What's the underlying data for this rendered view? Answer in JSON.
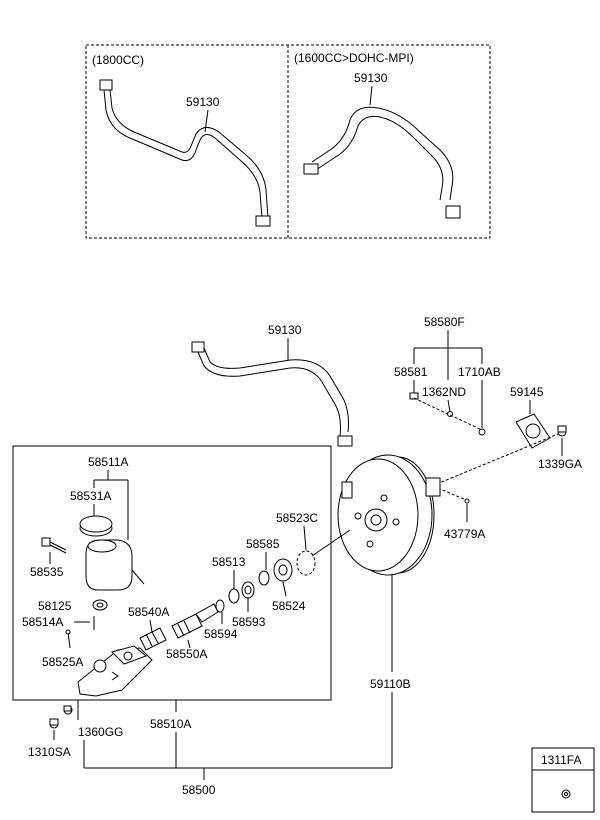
{
  "variants": {
    "left": {
      "label": "(1800CC)",
      "part": "59130"
    },
    "right": {
      "label": "(1600CC>DOHC-MPI)",
      "part": "59130"
    }
  },
  "labels": {
    "hose_main": "59130",
    "p58580F": "58580F",
    "p58581": "58581",
    "p1362ND": "1362ND",
    "p1710AB": "1710AB",
    "p59145": "59145",
    "p1339GA": "1339GA",
    "p43779A": "43779A",
    "p58511A": "58511A",
    "p58531A": "58531A",
    "p58535": "58535",
    "p58125": "58125",
    "p58514A": "58514A",
    "p58525A": "58525A",
    "p58540A": "58540A",
    "p58550A": "58550A",
    "p58513": "58513",
    "p58585": "58585",
    "p58594": "58594",
    "p58593": "58593",
    "p58524": "58524",
    "p58523C": "58523C",
    "p59110B": "59110B",
    "p1360GG": "1360GG",
    "p1310SA": "1310SA",
    "p58510A": "58510A",
    "p58500": "58500",
    "p1311FA": "1311FA"
  }
}
